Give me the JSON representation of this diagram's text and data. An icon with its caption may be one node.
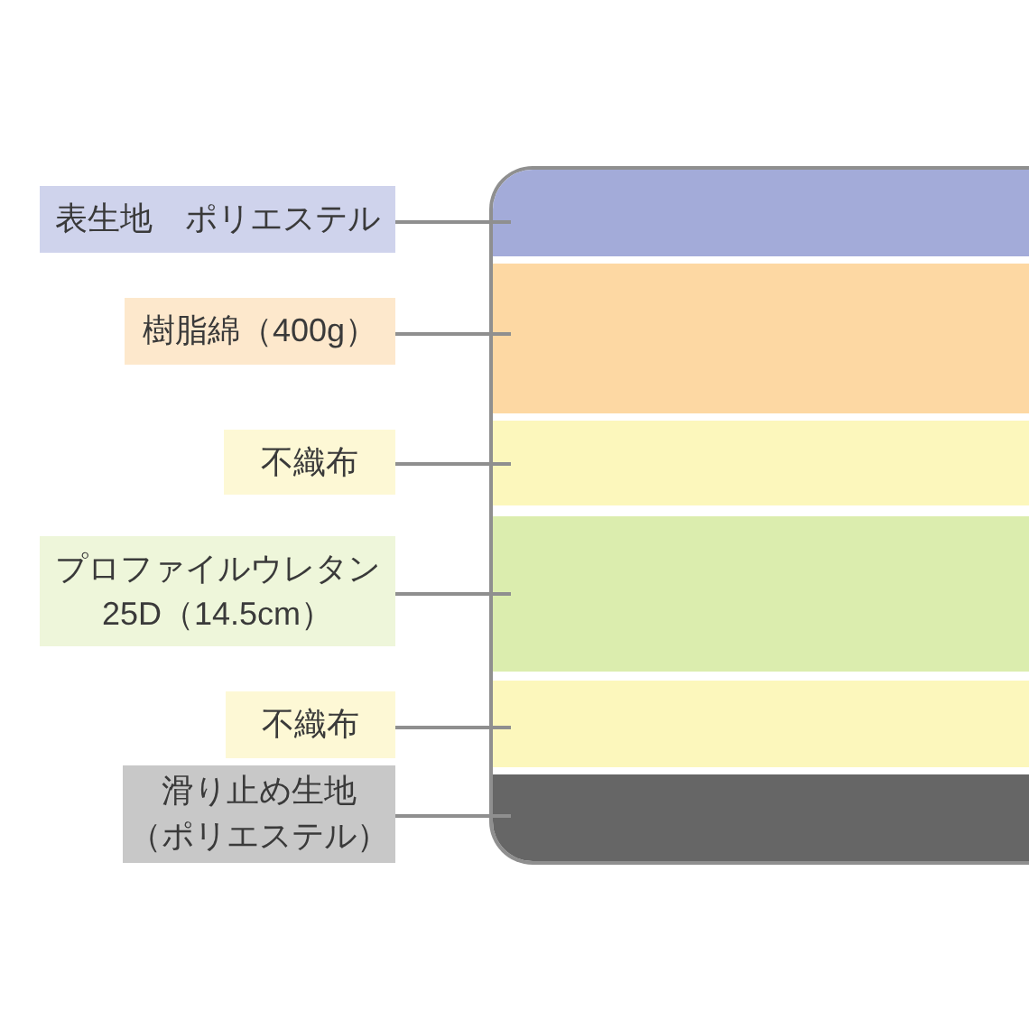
{
  "diagram": {
    "nodes": [
      {
        "text": [
          "表生地　ポリエステル"
        ]
      },
      {
        "text": [
          "樹脂綿（400g）"
        ]
      },
      {
        "text": [
          "不織布"
        ]
      },
      {
        "text": [
          "プロファイルウレタン25D（14.5cm）"
        ]
      },
      {
        "text": [
          "不織布"
        ]
      },
      {
        "text": [
          "滑り止め生地（ポリエステル）"
        ]
      },
      {
        "text": [],
        "shape": "box"
      },
      {
        "text": [],
        "shape": "box"
      },
      {
        "text": [],
        "shape": "box"
      },
      {
        "text": [],
        "shape": "box"
      },
      {
        "text": [],
        "shape": "box"
      },
      {
        "text": [],
        "shape": "box"
      }
    ],
    "edges": [
      {
        "from": 0,
        "to": 6,
        "arrow": "none"
      },
      {
        "from": 1,
        "to": 7,
        "arrow": "none"
      },
      {
        "from": 2,
        "to": 8,
        "arrow": "none"
      },
      {
        "from": 3,
        "to": 9,
        "arrow": "none"
      },
      {
        "from": 4,
        "to": 10,
        "arrow": "none"
      },
      {
        "from": 5,
        "to": 11,
        "arrow": "none"
      }
    ]
  }
}
